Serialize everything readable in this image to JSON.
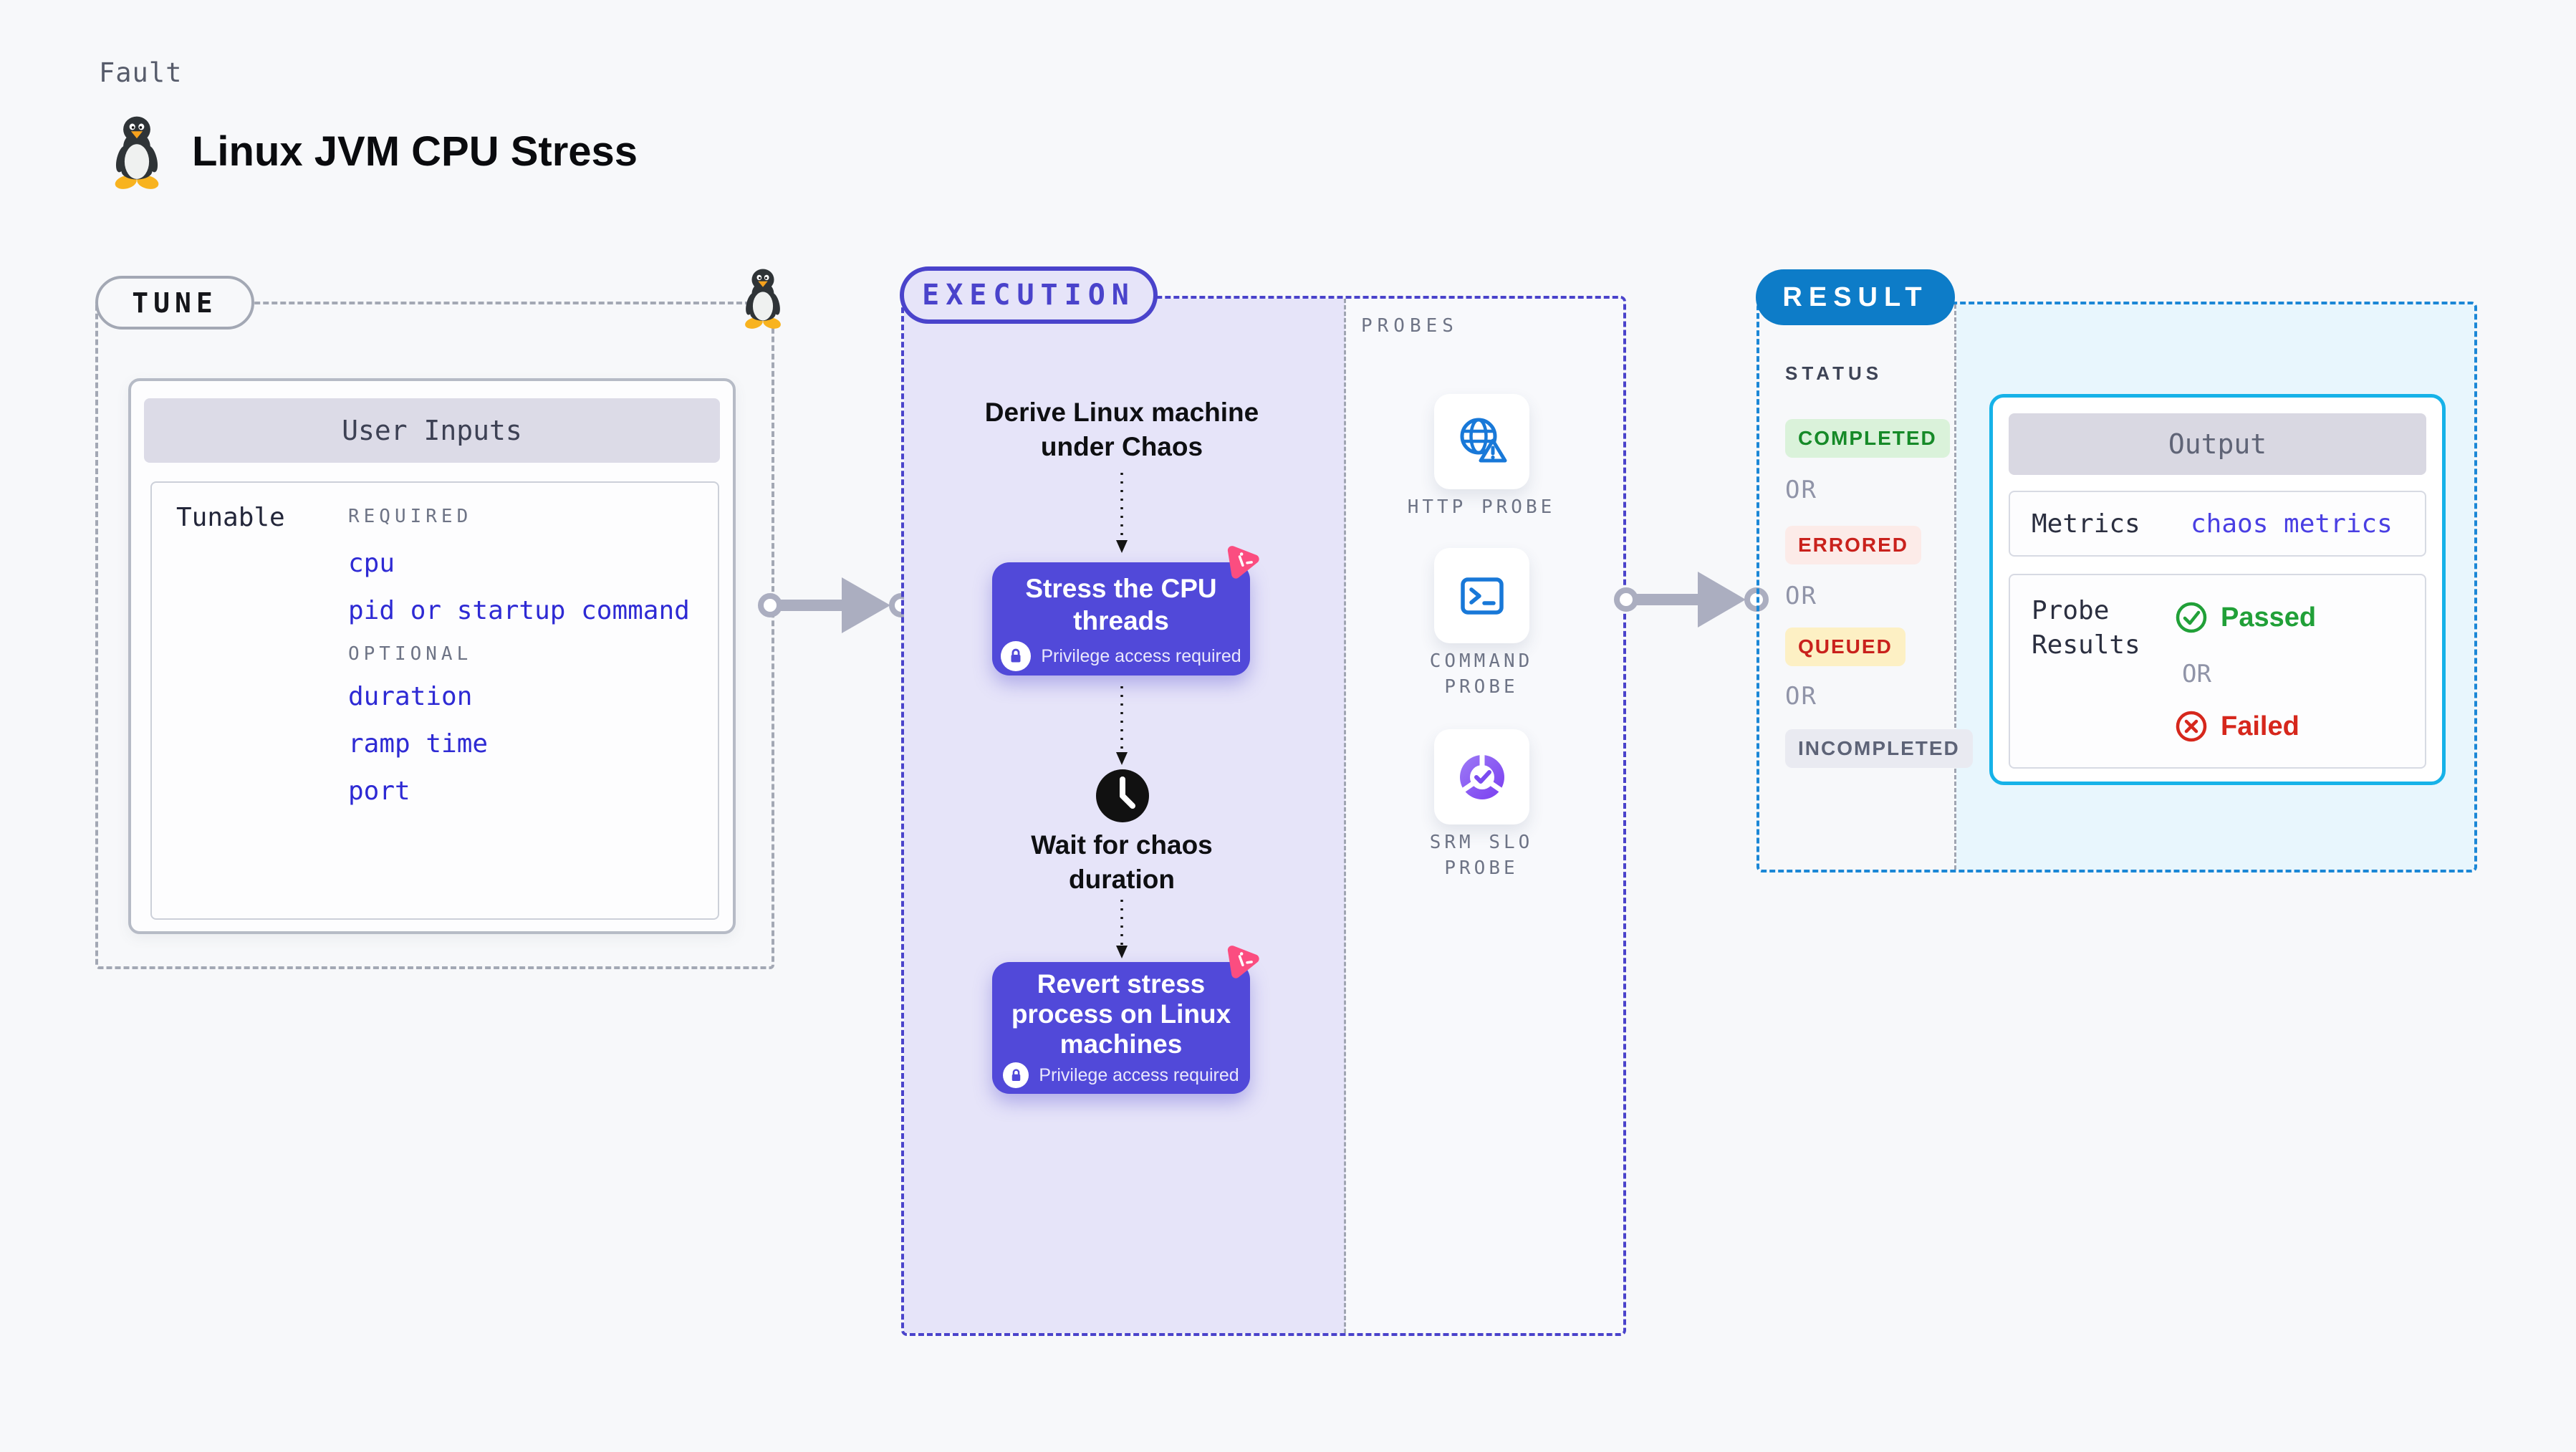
{
  "header": {
    "kicker": "Fault",
    "title": "Linux JVM CPU Stress"
  },
  "tune": {
    "label": "TUNE",
    "card_title": "User Inputs",
    "row_label": "Tunable",
    "required_label": "REQUIRED",
    "required_items": [
      "cpu",
      "pid or startup command"
    ],
    "optional_label": "OPTIONAL",
    "optional_items": [
      "duration",
      "ramp time",
      "port"
    ],
    "link_color": "#2e2ad4"
  },
  "execution": {
    "label": "EXECUTION",
    "accent_color": "#4a43cb",
    "node_color": "#5149d9",
    "derive_line1": "Derive Linux machine",
    "derive_line2": "under Chaos",
    "stress_line1": "Stress the CPU",
    "stress_line2": "threads",
    "privilege_note": "Privilege access required",
    "wait_line1": "Wait for chaos",
    "wait_line2": "duration",
    "revert_line1": "Revert stress",
    "revert_line2": "process on Linux",
    "revert_line3": "machines"
  },
  "probes": {
    "label": "PROBES",
    "icon_color": "#1878d8",
    "http_label": "HTTP PROBE",
    "command_label": "COMMAND PROBE",
    "srm_label": "SRM SLO PROBE"
  },
  "result": {
    "label": "RESULT",
    "pill_color": "#0d7cc8",
    "accent_color": "#1b87d6",
    "status_label": "STATUS",
    "or_label": "OR",
    "statuses": [
      {
        "label": "COMPLETED",
        "fg": "#168a28",
        "bg": "#daf2da"
      },
      {
        "label": "ERRORED",
        "fg": "#c9211c",
        "bg": "#fcebe8"
      },
      {
        "label": "QUEUED",
        "fg": "#c9211c",
        "bg": "#fdf0c4"
      },
      {
        "label": "INCOMPLETED",
        "fg": "#5d6377",
        "bg": "#e9eaf1"
      }
    ],
    "output": {
      "title": "Output",
      "metrics_label": "Metrics",
      "metrics_value": "chaos metrics",
      "metrics_value_color": "#4a3fe3",
      "probe_results_label": "Probe Results",
      "passed_label": "Passed",
      "passed_color": "#21a038",
      "failed_label": "Failed",
      "failed_color": "#d6271c",
      "border_color": "#16b2e8"
    }
  }
}
